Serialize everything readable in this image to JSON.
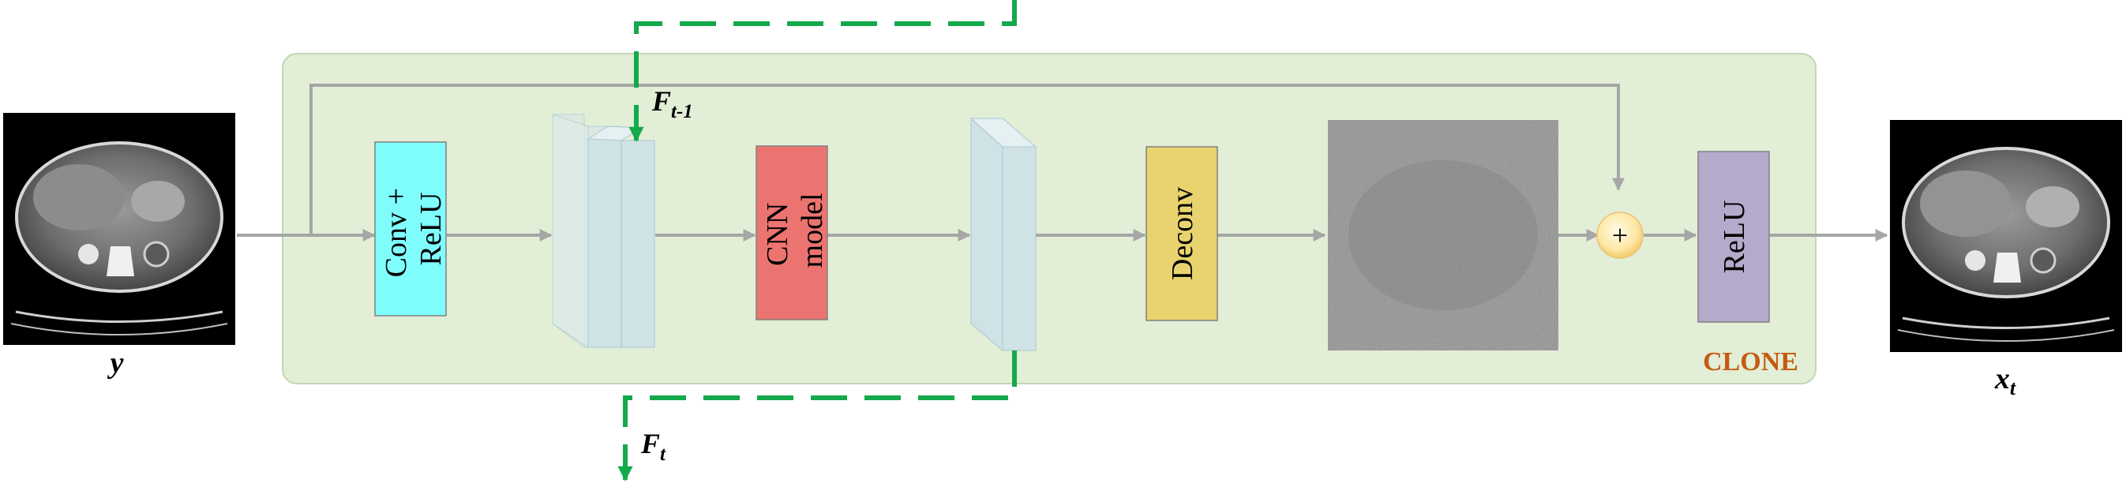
{
  "clone_label": "CLONE",
  "input_label": "y",
  "output_label": {
    "base": "x",
    "sub": "t"
  },
  "feature_in_label": {
    "base": "F",
    "sub": "t-1"
  },
  "feature_out_label": {
    "base": "F",
    "sub": "t"
  },
  "blocks": {
    "conv_relu": [
      "Conv +",
      "ReLU"
    ],
    "cnn_model": [
      "CNN",
      "model"
    ],
    "deconv": [
      "Deconv"
    ],
    "relu": [
      "ReLU"
    ]
  },
  "adder_symbol": "+",
  "colors": {
    "panel_fill": "#e2eed6",
    "panel_stroke": "#c3d6b6",
    "conv_relu": "#7ffdfd",
    "cnn_model": "#ec7470",
    "deconv": "#e9d36e",
    "relu": "#b4aacb",
    "feature_stack": "#cfe2e6",
    "arrows": "#a6a6a6",
    "dashed_path": "#14a94b",
    "clone_text": "#c55a11"
  },
  "icons": [
    "ct-scan-input-image",
    "ct-scan-output-image",
    "residual-noise-map",
    "adder-node-icon"
  ]
}
